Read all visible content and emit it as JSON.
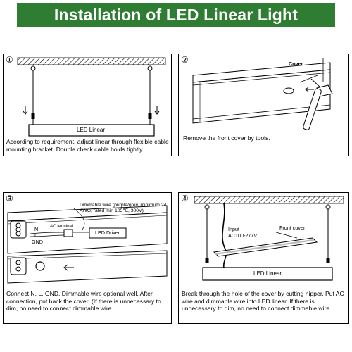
{
  "title": "Installation of LED Linear Light",
  "panels": [
    {
      "number": "①",
      "fixture_label": "LED Linear",
      "caption": "According to requirement, adjust linear through flexible cable mounting bracket. Double  check cable holds tightly."
    },
    {
      "number": "②",
      "cover_label": "Cover",
      "caption": "Remove the front cover by tools."
    },
    {
      "number": "③",
      "dimmable_label": "Dimmable wire (purple/grey, minimum 24 AWG, rated min 105℃, 300V)",
      "ac_terminal_label": "AC terminal",
      "n_label": "N",
      "l_label": "L",
      "gnd_label": "GND",
      "driver_label": "LED Driver",
      "caption": "Connect N, L, GND, Dimmable wire optional well.  After connection, put back the cover.  (If there is unnecessary to dim, no need to connect dimmable wire."
    },
    {
      "number": "④",
      "input_label": "Input",
      "voltage_label": "AC100-277V",
      "front_cover_label": "Front cover",
      "fixture_label": "LED Linear",
      "caption": "Break through the hole of the cover by cutting nipper. Put AC wire and  dimmable wire into LED  linear.  If there is unnecessary to dim, no need to connect dimmable wire."
    }
  ]
}
